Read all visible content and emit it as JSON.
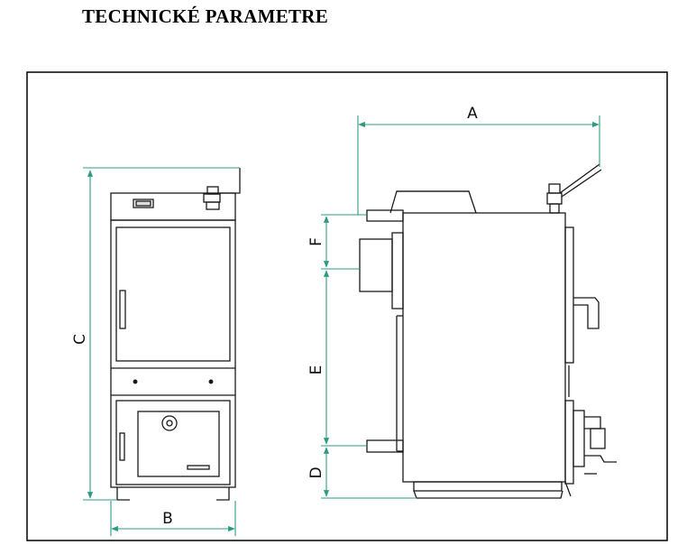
{
  "heading": "TECHNICKÉ PARAMETRE",
  "dimensions": {
    "A": "A",
    "B": "B",
    "C": "C",
    "D": "D",
    "E": "E",
    "F": "F"
  },
  "colors": {
    "dimension": "#2e9a83",
    "outline": "#1a1a1a",
    "frame": "#000000"
  }
}
